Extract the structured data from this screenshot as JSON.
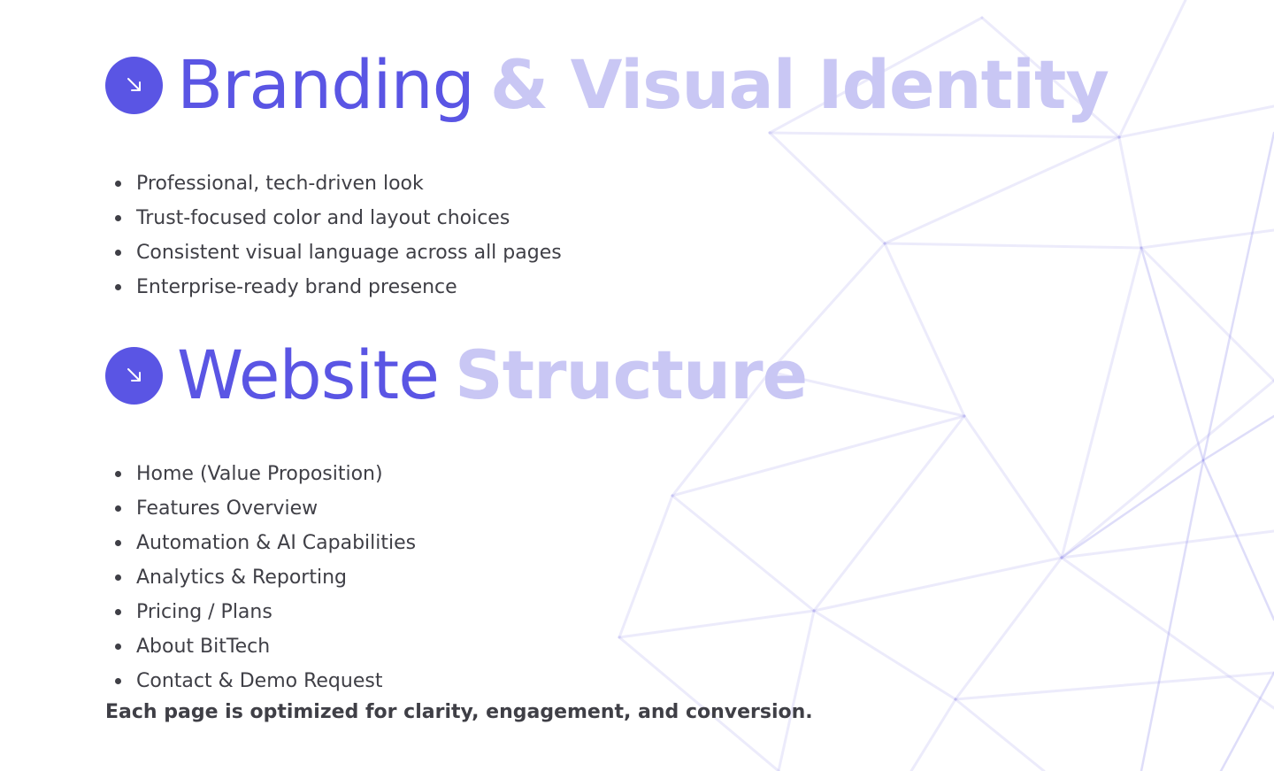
{
  "colors": {
    "accent": "#5a55e4",
    "accent_soft": "#c9c7f4",
    "body_text": "#3f3f46",
    "mesh_line": "#a9a6ee"
  },
  "sections": [
    {
      "icon": "arrow-down-right-icon",
      "title_strong": "Branding",
      "title_soft": "& Visual Identity",
      "items": [
        "Professional, tech-driven look",
        "Trust-focused color and layout choices",
        "Consistent visual language across all pages",
        "Enterprise-ready brand presence"
      ]
    },
    {
      "icon": "arrow-down-right-icon",
      "title_strong": "Website",
      "title_soft": "Structure",
      "items": [
        "Home (Value Proposition)",
        "Features Overview",
        "Automation & AI Capabilities",
        "Analytics & Reporting",
        "Pricing / Plans",
        "About BitTech",
        "Contact & Demo Request"
      ]
    }
  ],
  "closing_note": "Each page is optimized for clarity, engagement, and conversion."
}
